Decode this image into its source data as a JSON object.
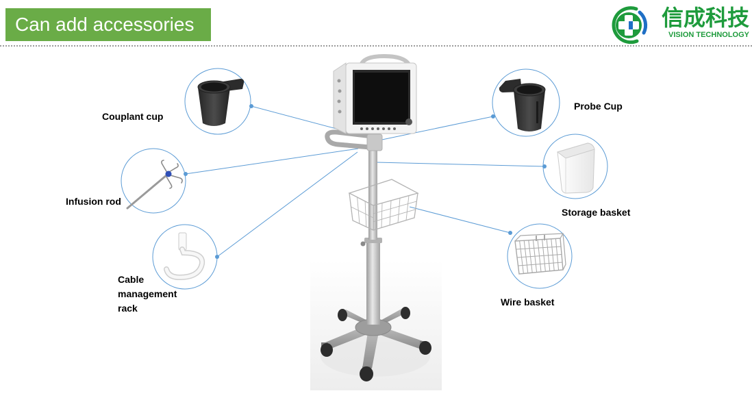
{
  "header": {
    "title": "Can add accessories"
  },
  "logo": {
    "name_cn": "信成科技",
    "name_en": "VISION TECHNOLOGY",
    "icon": "medical-cross-emblem-icon"
  },
  "accessories": [
    {
      "label": "Couplant cup"
    },
    {
      "label": "Infusion rod"
    },
    {
      "label": "Cable management rack"
    },
    {
      "label": "Probe Cup"
    },
    {
      "label": "Storage basket"
    },
    {
      "label": "Wire basket"
    }
  ],
  "colors": {
    "header_bg": "#6aac47",
    "header_text": "#ffffff",
    "connector": "#5b9bd5",
    "logo_green": "#1e9b3c",
    "logo_blue": "#1f6fc5",
    "label_text": "#000000"
  }
}
